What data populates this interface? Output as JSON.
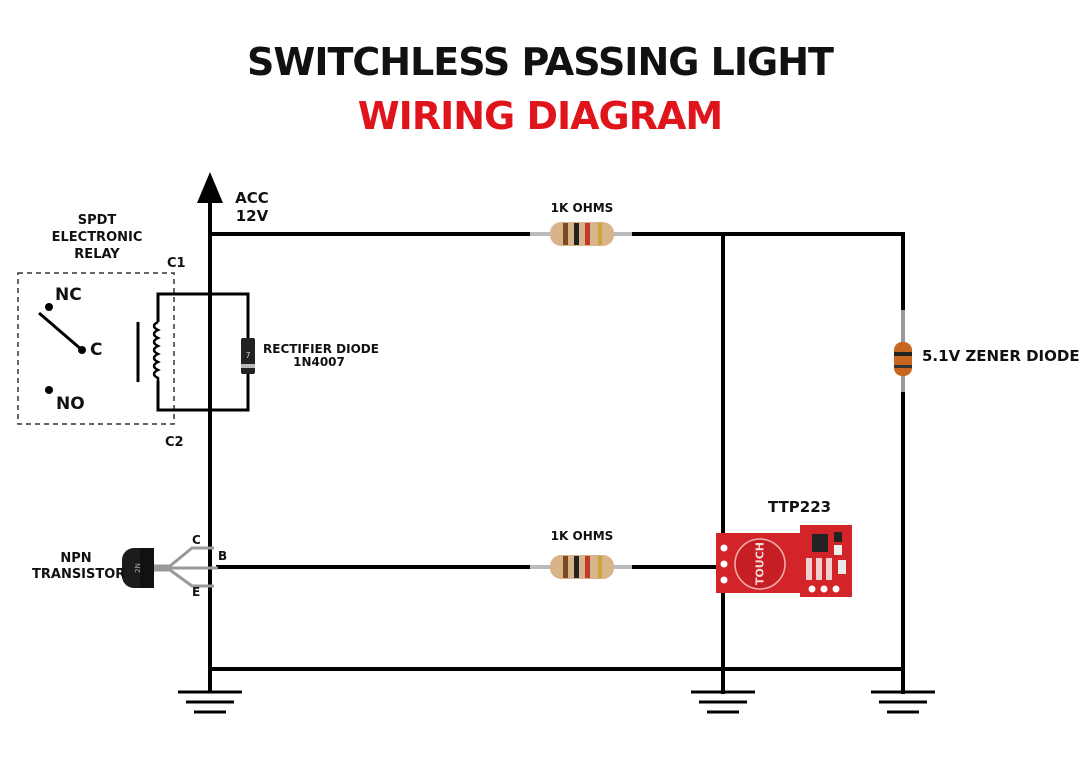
{
  "title": {
    "line1": "SWITCHLESS PASSING LIGHT",
    "line2": "WIRING DIAGRAM"
  },
  "colors": {
    "title_main": "#111111",
    "title_accent": "#e0141b",
    "wire": "#000000",
    "module_red": "#d3242a"
  },
  "labels": {
    "acc": "ACC",
    "volt": "12V",
    "relay": [
      "SPDT",
      "ELECTRONIC",
      "RELAY"
    ],
    "c1": "C1",
    "c2": "C2",
    "nc": "NC",
    "c": "C",
    "no": "NO",
    "rectifier": [
      "RECTIFIER DIODE",
      "1N4007"
    ],
    "resistor_top": "1K OHMS",
    "resistor_bottom": "1K OHMS",
    "zener": "5.1V ZENER DIODE",
    "ttp": "TTP223",
    "touch": "TOUCH",
    "npn": [
      "NPN",
      "TRANSISTOR"
    ],
    "pin_c": "C",
    "pin_b": "B",
    "pin_e": "E"
  },
  "icons": [
    "arrow-up-icon",
    "relay-coil-icon",
    "switch-icon",
    "diode-icon",
    "resistor-icon",
    "zener-diode-icon",
    "transistor-icon",
    "touch-sensor-icon",
    "ground-icon"
  ]
}
